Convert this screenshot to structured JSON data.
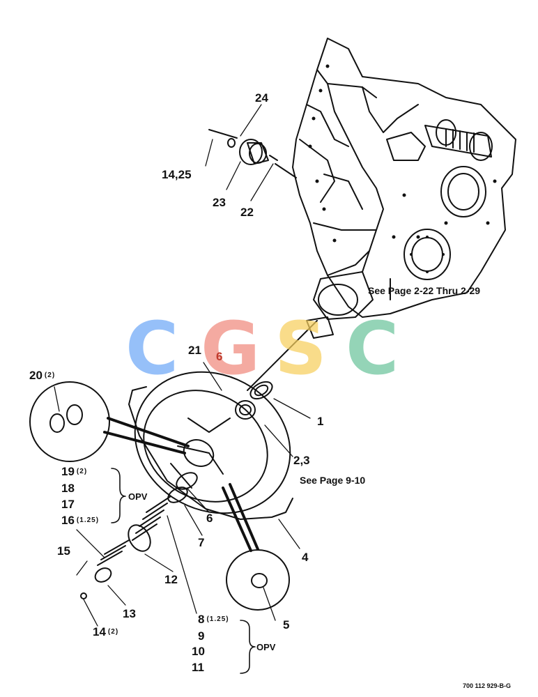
{
  "watermark": {
    "letters": [
      "C",
      "G",
      "S",
      "C"
    ],
    "colors": [
      "#6ea8f7",
      "#f08a7e",
      "#f7cf5e",
      "#6bc49c"
    ]
  },
  "callouts": {
    "c24": "24",
    "c14_25": "14,25",
    "c23": "23",
    "c22": "22",
    "c21": "21",
    "c6_top": "6",
    "c20": "20",
    "c20_qty": "(2)",
    "c1": "1",
    "c2_3": "2,3",
    "c19": "19",
    "c19_qty": "(2)",
    "c18": "18",
    "c17": "17",
    "c16": "16",
    "c16_qty": "(1.25)",
    "c6": "6",
    "c7": "7",
    "c4": "4",
    "c15": "15",
    "c12": "12",
    "c13": "13",
    "c14": "14",
    "c14_qty": "(2)",
    "c5": "5",
    "c8": "8",
    "c8_qty": "(1.25)",
    "c9": "9",
    "c10": "10",
    "c11": "11"
  },
  "notes": {
    "see_page_gearbox": "See Page 2-22 Thru 2-29",
    "see_page_wheel": "See Page 9-10",
    "opv_upper": "OPV",
    "opv_lower": "OPV",
    "drawing_number": "700 112 929-B-G"
  },
  "colors": {
    "line": "#111111",
    "highlight": "#c0392b"
  }
}
